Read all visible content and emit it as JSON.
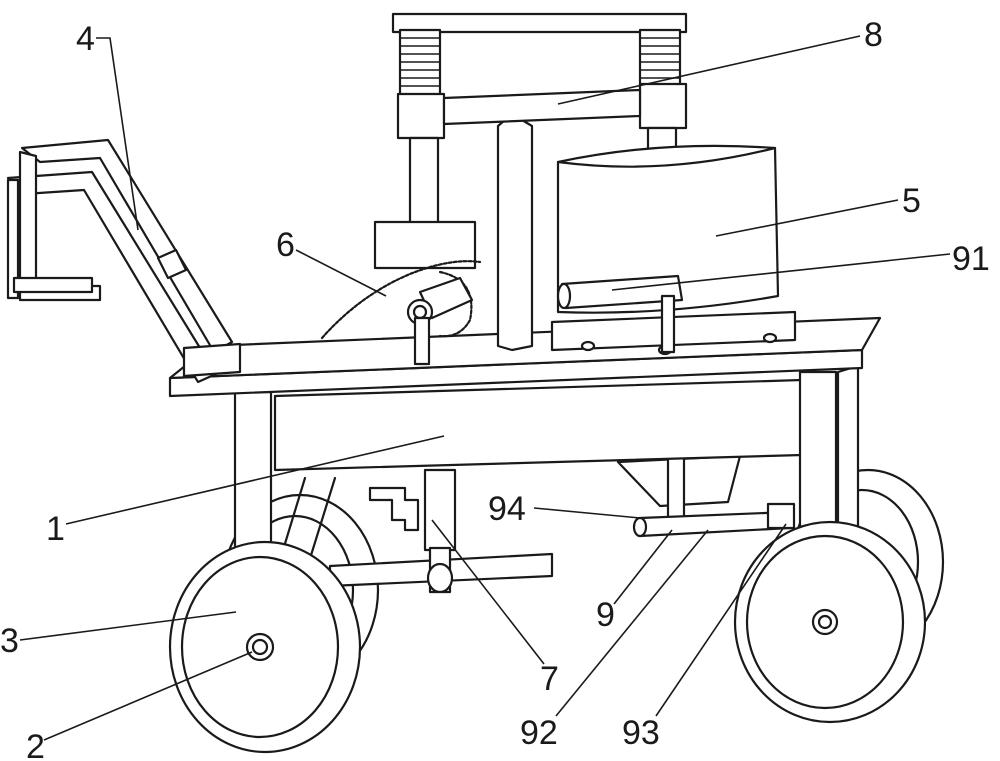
{
  "labels": {
    "l1": "1",
    "l2": "2",
    "l3": "3",
    "l4": "4",
    "l5": "5",
    "l6": "6",
    "l7": "7",
    "l8": "8",
    "l9": "9",
    "l91": "91",
    "l92": "92",
    "l93": "93",
    "l94": "94"
  }
}
